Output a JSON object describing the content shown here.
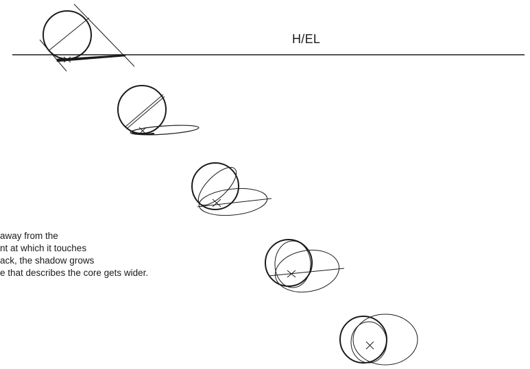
{
  "horizon_label": "H/EL",
  "caption_lines": [
    "away from the",
    "nt at which it touches",
    "ack,  the shadow grows",
    "e that describes the core gets wider."
  ]
}
